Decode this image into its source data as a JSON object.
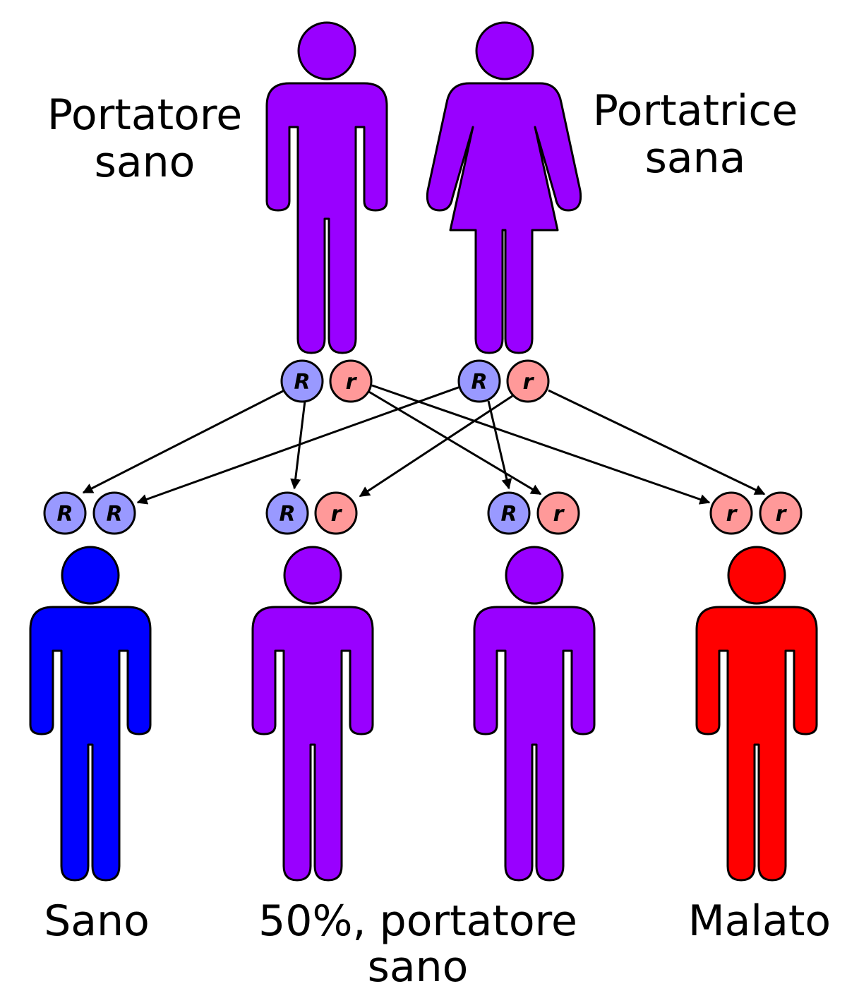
{
  "colors": {
    "parent": "#9900ff",
    "healthy": "#0000ff",
    "sick": "#ff0000",
    "allele_dominant": "#9999ff",
    "allele_recessive": "#ff9999"
  },
  "parents": {
    "father_label_line1": "Portatore",
    "father_label_line2": "sano",
    "mother_label_line1": "Portatrice",
    "mother_label_line2": "sana",
    "father_alleles": [
      "R",
      "r"
    ],
    "mother_alleles": [
      "R",
      "r"
    ]
  },
  "offspring": [
    {
      "alleles": [
        "R",
        "R"
      ],
      "color_key": "healthy"
    },
    {
      "alleles": [
        "R",
        "r"
      ],
      "color_key": "parent"
    },
    {
      "alleles": [
        "R",
        "r"
      ],
      "color_key": "parent"
    },
    {
      "alleles": [
        "r",
        "r"
      ],
      "color_key": "sick"
    }
  ],
  "labels": {
    "sano": "Sano",
    "carrier_line1": "50%, portatore",
    "carrier_line2": "sano",
    "malato": "Malato"
  }
}
